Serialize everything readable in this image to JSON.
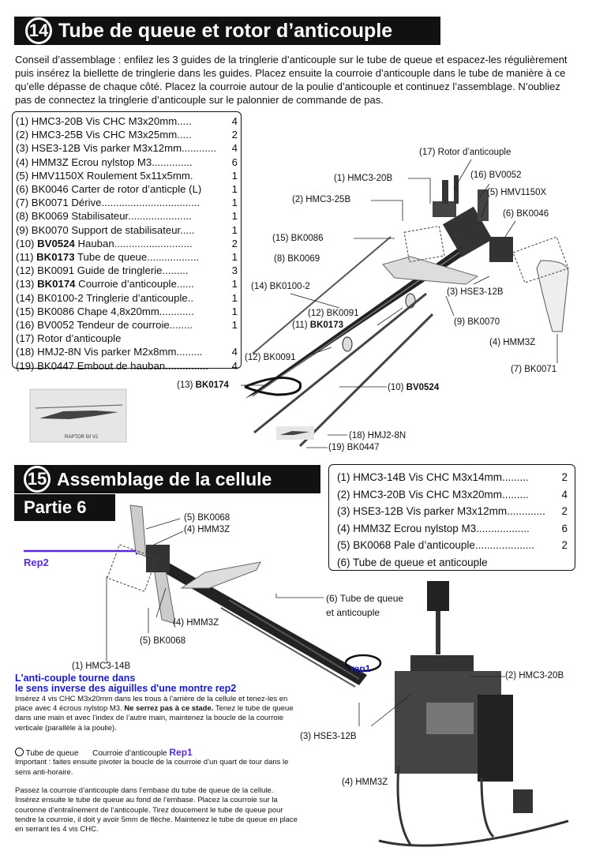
{
  "step14": {
    "number": "14",
    "title": "Tube de queue et rotor d’anticouple",
    "advice": "Conseil d’assemblage : enfilez les 3 guides de la tringlerie d’anticouple sur le tube de queue et espacez-les régulièrement puis insérez la biellette de tringlerie dans les guides. Placez ensuite la courroie d’anticouple dans le tube de manière à ce qu’elle dépasse de chaque côté. Placez la courroie autour de la poulie d’anticouple et continuez l’assemblage. N’oubliez pas de connectez la tringlerie d’anticouple sur le palonnier de commande de pas.",
    "parts": [
      {
        "text": "(1) HMC3-20B Vis CHC M3x20mm.....",
        "qty": "4"
      },
      {
        "text": "(2) HMC3-25B Vis CHC M3x25mm.....",
        "qty": "2"
      },
      {
        "text": "(3) HSE3-12B Vis parker M3x12mm............",
        "qty": "4"
      },
      {
        "text": "(4) HMM3Z Ecrou nylstop M3..............",
        "qty": "6"
      },
      {
        "text": "(5) HMV1150X Roulement 5x11x5mm.",
        "qty": "1"
      },
      {
        "text": "(6) BK0046 Carter de rotor d’anticple (L)",
        "qty": "1"
      },
      {
        "text": "(7) BK0071 Dérive..................................",
        "qty": "1"
      },
      {
        "text": "(8) BK0069 Stabilisateur......................",
        "qty": "1"
      },
      {
        "text": "(9) BK0070 Support de stabilisateur.....",
        "qty": "1"
      },
      {
        "pre": "(10) ",
        "bold": "BV0524",
        "post": " Hauban...........................",
        "qty": "2"
      },
      {
        "pre": "(11) ",
        "bold": "BK0173",
        "post": " Tube de queue..................",
        "qty": "1"
      },
      {
        "text": "(12) BK0091 Guide de tringlerie.........",
        "qty": "3"
      },
      {
        "pre": "(13) ",
        "bold": "BK0174",
        "post": " Courroie d’anticouple......",
        "qty": "1"
      },
      {
        "text": "(14) BK0100-2 Tringlerie d’anticouple..",
        "qty": "1"
      },
      {
        "text": "(15) BK0086 Chape 4,8x20mm............",
        "qty": "1"
      },
      {
        "text": "(16) BV0052 Tendeur de courroie........",
        "qty": "1"
      },
      {
        "text": "(17) Rotor d’anticouple",
        "qty": ""
      },
      {
        "text": "(18) HMJ2-8N Vis parker M2x8mm.........",
        "qty": "4"
      },
      {
        "text": "(19) BK0447 Embout de hauban...............",
        "qty": "4"
      }
    ],
    "callouts": {
      "c17": "(17) Rotor d’anticouple",
      "c1": "(1) HMC3-20B",
      "c16": "(16) BV0052",
      "c5": "(5) HMV1150X",
      "c2": "(2) HMC3-25B",
      "c6": "(6) BK0046",
      "c15": "(15) BK0086",
      "c8": "(8) BK0069",
      "c14": "(14) BK0100-2",
      "c3": "(3) HSE3-12B",
      "c12": "(12) BK0091",
      "c11a": "(11) ",
      "c11b": "BK0173",
      "c9": "(9) BK0070",
      "c4": "(4) HMM3Z",
      "c12b": "(12) BK0091",
      "c7": "(7) BK0071",
      "c13a": "(13) ",
      "c13b": "BK0174",
      "c10a": "(10) ",
      "c10b": "BV0524",
      "c18": "(18) HMJ2-8N",
      "c19": "(19) BK0447"
    }
  },
  "step15": {
    "number": "15",
    "title": "Assemblage de la cellule",
    "subtitle": "Partie 6",
    "parts": [
      {
        "text": "(1) HMC3-14B Vis CHC M3x14mm.........",
        "qty": "2"
      },
      {
        "text": "(2) HMC3-20B Vis CHC M3x20mm.........",
        "qty": "4"
      },
      {
        "text": "(3) HSE3-12B Vis parker M3x12mm.............",
        "qty": "2"
      },
      {
        "text": "(4) HMM3Z Ecrou nylstop M3..................",
        "qty": "6"
      },
      {
        "text": "(5) BK0068 Pale d’anticouple....................",
        "qty": "2"
      },
      {
        "text": "(6) Tube de queue et anticouple",
        "qty": ""
      }
    ],
    "callouts": {
      "c5a": "(5) BK0068",
      "c4a": "(4) HMM3Z",
      "rep2": "Rep2",
      "c6": "(6) Tube de queue\net anticouple",
      "c4b": "(4) HMM3Z",
      "c5b": "(5) BK0068",
      "c1": "(1) HMC3-14B",
      "rep1": "rep1",
      "c2": "(2) HMC3-20B",
      "c3": "(3) HSE3-12B",
      "c4c": "(4) HMM3Z"
    },
    "note_blue_1": "L'anti-couple tourne dans",
    "note_blue_2": "le sens inverse des aiguilles d'une montre rep2",
    "instr1_a": "Insérez 4 vis CHC M3x20mm dans les trous à l’arrière de la cellule et tenez-les en place avec 4 écrous nylstop M3. ",
    "instr1_b": "Ne serrez pas à ce stade.",
    "instr1_c": " Tenez le tube de queue dans une main et avec l’index de l’autre main, maintenez la boucle de la courroie verticale (parallèle à la poulie).",
    "legend_tube": "Tube de queue",
    "legend_belt": "Courroie d’anticouple",
    "legend_rep1": "Rep1",
    "instr2": "Important : faites ensuite pivoter la boucle de la courroie d’un quart de tour dans le sens anti-horaire.",
    "instr3": "Passez la courroie d’anticouple dans l’embase du tube de queue de la cellule. Insérez ensuite le tube de queue au fond de l’embase. Placez la courroie sur la couronne d’entraînement de l’anticouple. Tirez doucement le tube de queue pour tendre la courroie, il doit y avoir 5mm de flèche. Maintenez le tube de queue en place en serrant les 4 vis CHC."
  },
  "colors": {
    "banner": "#111111",
    "note_blue": "#1a1ad0",
    "rep_purple": "#5a2ad8"
  }
}
